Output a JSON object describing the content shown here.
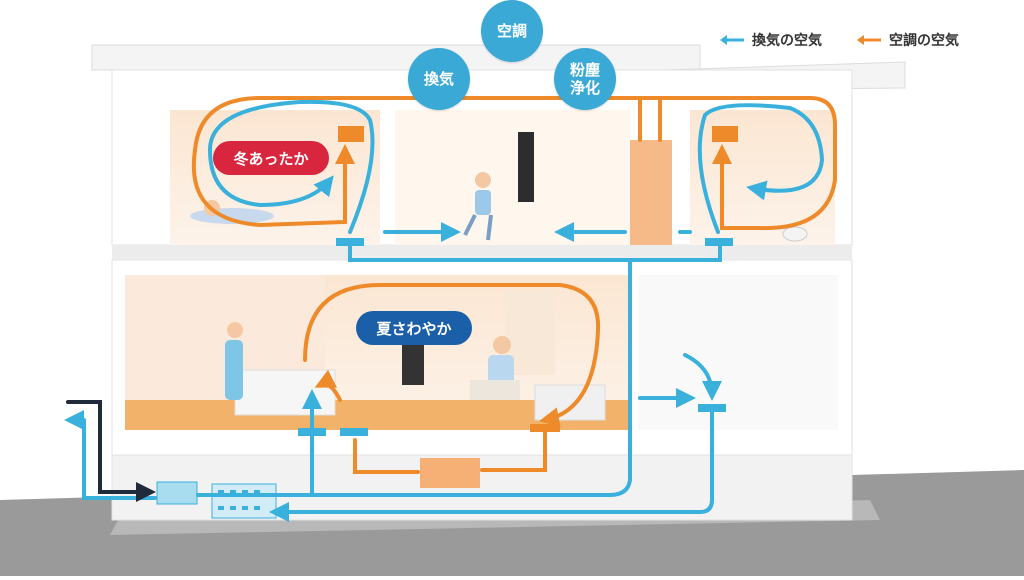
{
  "labels": {
    "ac": "空調",
    "ventilation": "換気",
    "dust_purification": "粉塵\n浄化",
    "winter": "冬あったか",
    "summer": "夏さわやか"
  },
  "legend": {
    "ventilation_air": "換気の空気",
    "ac_air": "空調の空気"
  },
  "colors": {
    "ventilation": "#3ab0dc",
    "ac": "#ef8a2a",
    "winter_pill": "#d7263d",
    "summer_pill": "#1b5fa8",
    "exhaust": "#1f2a3a"
  }
}
